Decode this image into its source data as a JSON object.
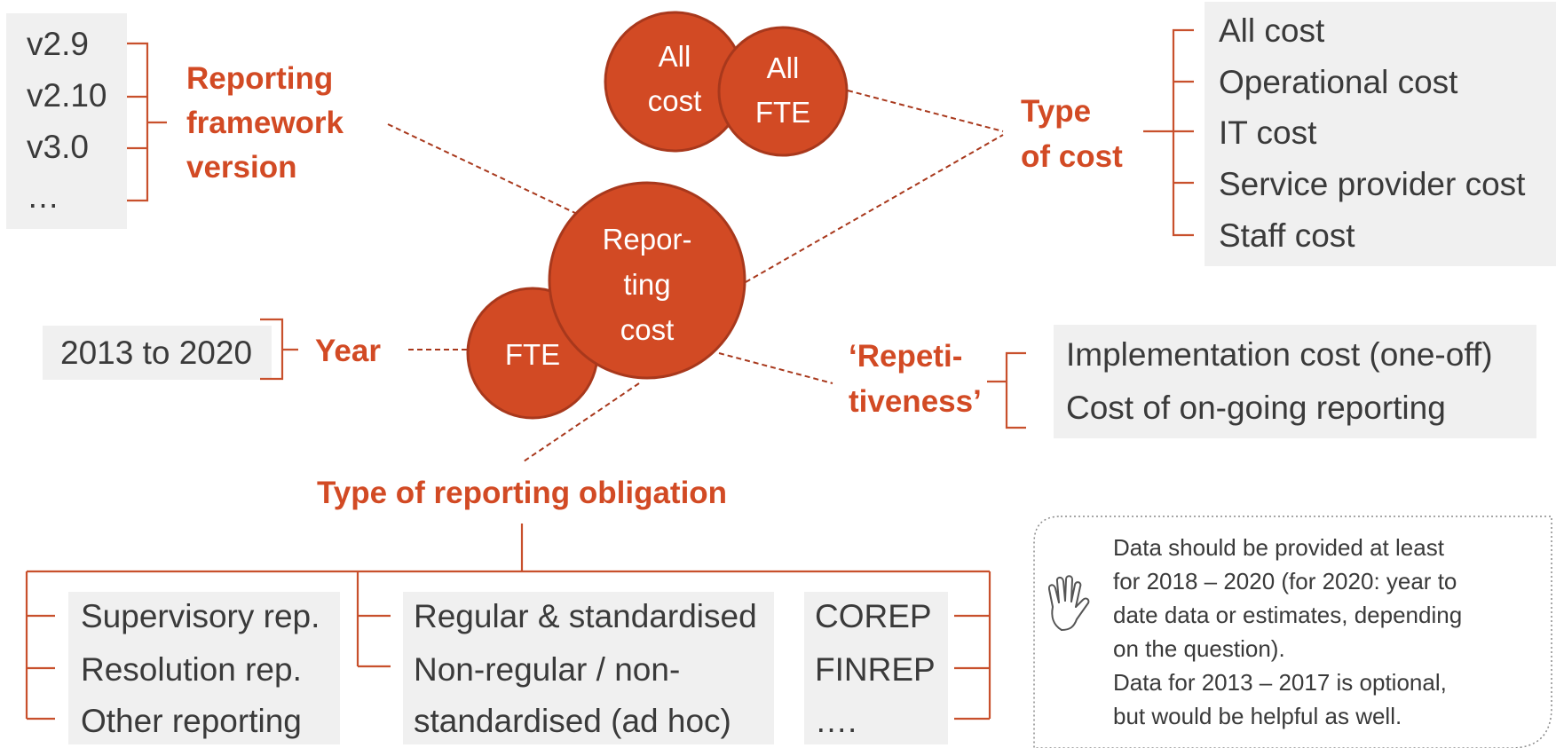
{
  "version": {
    "items": [
      "v2.9",
      "v2.10",
      "v3.0",
      "…"
    ],
    "heading": [
      "Reporting",
      "framework",
      "version"
    ]
  },
  "scope_circles": {
    "all_cost": [
      "All",
      "cost"
    ],
    "all_fte": [
      "All",
      "FTE"
    ]
  },
  "cost_type": {
    "heading": [
      "Type",
      "of cost"
    ],
    "items": [
      "All cost",
      "Operational cost",
      "IT cost",
      "Service provider cost",
      "Staff cost"
    ]
  },
  "center": {
    "reporting_cost": [
      "Repor-",
      "ting",
      "cost"
    ],
    "fte": "FTE"
  },
  "year": {
    "value": "2013 to 2020",
    "heading": "Year"
  },
  "repetitiveness": {
    "heading": [
      "‘Repeti-",
      "tiveness’"
    ],
    "items": [
      "Implementation cost (one-off)",
      "Cost of on-going reporting"
    ]
  },
  "obligation": {
    "heading": "Type of reporting obligation",
    "group1": [
      "Supervisory rep.",
      "Resolution rep.",
      "Other reporting"
    ],
    "group2": [
      "Regular & standardised",
      "Non-regular / non-",
      "standardised (ad hoc)"
    ],
    "group3": [
      "COREP",
      "FINREP",
      "…."
    ]
  },
  "note": {
    "icon": "raised-hand-icon",
    "lines": [
      "Data should be provided at least",
      "for 2018 – 2020 (for 2020: year to",
      "date data or estimates, depending",
      "on the question).",
      "Data for 2013 – 2017 is optional,",
      "but would be helpful as well."
    ]
  },
  "colors": {
    "accent": "#d24a24",
    "box": "#f0f0f0",
    "text": "#3a3a3a"
  }
}
